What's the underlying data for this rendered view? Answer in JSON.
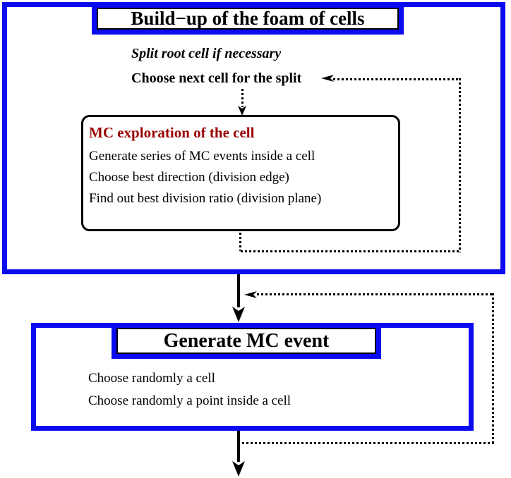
{
  "colors": {
    "frame_blue": "#0b0bf0",
    "heading_red": "#990000",
    "line_black": "#000000"
  },
  "build_phase": {
    "title": "Build−up of the foam of cells",
    "pre_steps": [
      "Split root cell if necessary",
      "Choose next cell for the split"
    ],
    "exploration_box": {
      "heading": "MC exploration of the cell",
      "steps": [
        "Generate series of MC events inside a cell",
        "Choose best direction (division edge)",
        "Find out best division ratio (division plane)"
      ]
    }
  },
  "generate_phase": {
    "title": "Generate MC event",
    "steps": [
      "Choose randomly a cell",
      "Choose randomly a point inside a cell"
    ]
  }
}
